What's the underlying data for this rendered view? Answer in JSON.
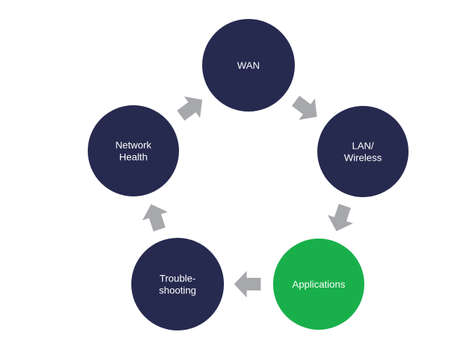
{
  "diagram": {
    "type": "cycle",
    "colors": {
      "node_default": "#262a4f",
      "node_highlight": "#19b04b",
      "arrow": "#a7a8ac",
      "label": "#ffffff"
    },
    "nodes": [
      {
        "id": "wan",
        "lines": [
          "WAN"
        ],
        "highlight": false
      },
      {
        "id": "lan-wireless",
        "lines": [
          "LAN/",
          "Wireless"
        ],
        "highlight": false
      },
      {
        "id": "applications",
        "lines": [
          "Applications"
        ],
        "highlight": true
      },
      {
        "id": "troubleshooting",
        "lines": [
          "Trouble-",
          "shooting"
        ],
        "highlight": false
      },
      {
        "id": "network-health",
        "lines": [
          "Network",
          "Health"
        ],
        "highlight": false
      }
    ],
    "edges": [
      {
        "from": "wan",
        "to": "lan-wireless"
      },
      {
        "from": "lan-wireless",
        "to": "applications"
      },
      {
        "from": "applications",
        "to": "troubleshooting"
      },
      {
        "from": "troubleshooting",
        "to": "network-health"
      },
      {
        "from": "network-health",
        "to": "wan"
      }
    ]
  }
}
